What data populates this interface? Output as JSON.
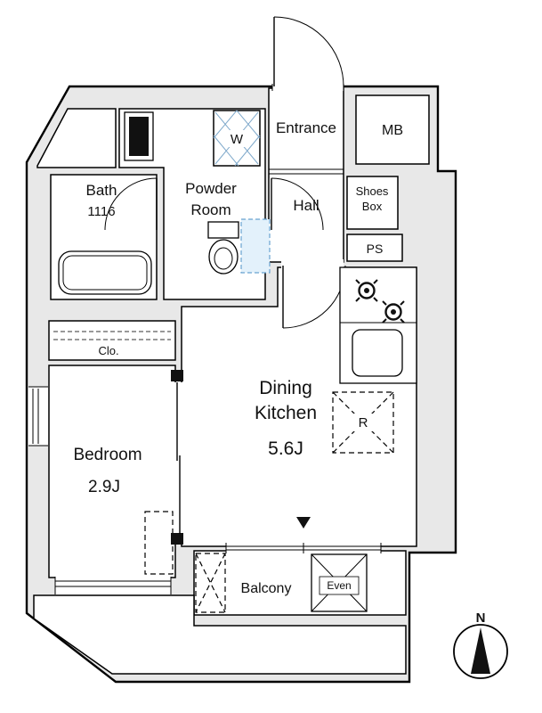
{
  "floorplan": {
    "rooms": {
      "entrance": {
        "label": "Entrance"
      },
      "meter_box": {
        "label": "MB"
      },
      "hall": {
        "label": "Hall"
      },
      "shoes_box": {
        "line1": "Shoes",
        "line2": "Box"
      },
      "pipe_space": {
        "label": "PS"
      },
      "powder_room": {
        "line1": "Powder",
        "line2": "Room"
      },
      "bath": {
        "label": "Bath",
        "size": "1116"
      },
      "washer": {
        "label": "W"
      },
      "dining_kitchen": {
        "line1": "Dining",
        "line2": "Kitchen",
        "size": "5.6J"
      },
      "closet": {
        "label": "Clo."
      },
      "bedroom": {
        "label": "Bedroom",
        "size": "2.9J"
      },
      "balcony": {
        "label": "Balcony"
      },
      "outdoor_unit": {
        "label": "Even"
      },
      "refrigerator": {
        "label": "R"
      }
    },
    "compass": {
      "north_label": "N"
    },
    "icons": {
      "stove_burner": "burner-ring",
      "compass_needle": "north-arrow",
      "balcony_marker": "down-triangle"
    },
    "colors": {
      "wall_fill": "#e8e8e8",
      "highlight_fill": "#cfe7f7",
      "dashed_highlight_fill": "#e3f1fb",
      "line": "#000000"
    }
  }
}
